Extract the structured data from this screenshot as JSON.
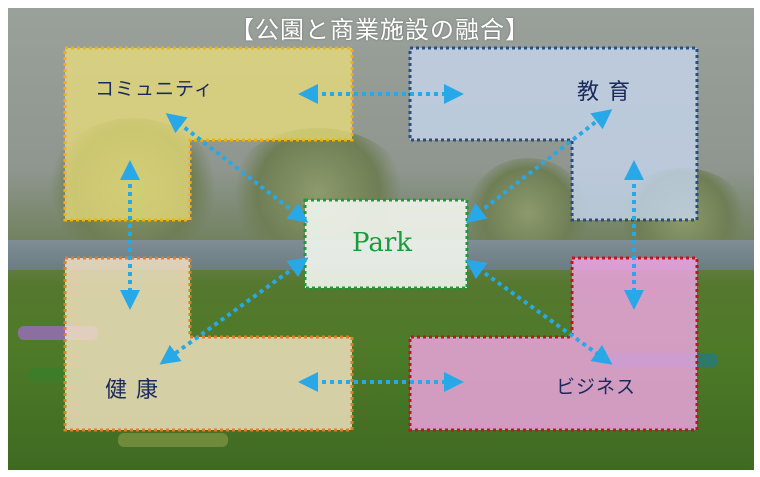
{
  "title": "【公園と商業施設の融合】",
  "nodes": {
    "community": "コミュニティ",
    "education": "教 育",
    "health": "健 康",
    "business": "ビジネス",
    "park": "Park"
  },
  "colors": {
    "community_fill": "#efe27a",
    "community_border": "#f0b400",
    "education_fill": "#c6d6ee",
    "education_border": "#2a4f7e",
    "health_fill": "#f7e6c6",
    "health_border": "#e27c2b",
    "business_fill": "#f5a6e8",
    "business_border": "#c0141e",
    "park_fill": "#f2f5ee",
    "park_border": "#1a9c3a",
    "arrow": "#29a8e8"
  }
}
